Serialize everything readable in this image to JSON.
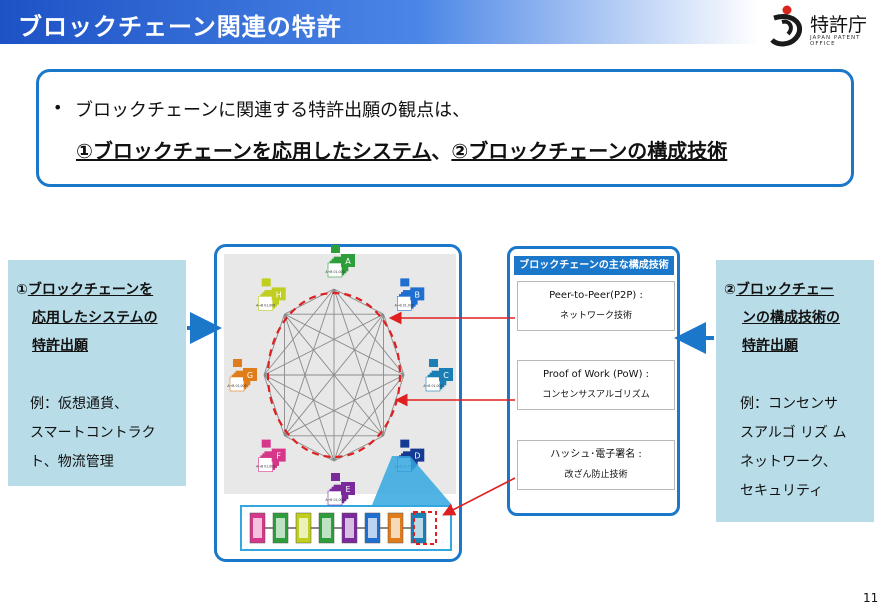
{
  "header": {
    "title": "ブロックチェーン関連の特許",
    "logo_text": "特許庁",
    "logo_sub": "JAPAN PATENT OFFICE"
  },
  "callout": {
    "bullet": "•",
    "line1": "ブロックチェーンに関連する特許出願の観点は、",
    "line2_part1": "①ブロックチェーンを応用したシステム",
    "line2_sep": "、",
    "line2_part2": "②ブロックチェーンの構成技術"
  },
  "left_box": {
    "head1": "①",
    "head2": "ブロックチェーンを",
    "head3": "応用したシステムの",
    "head4": "特許出願",
    "ex1": "例：仮想通貨、",
    "ex2": "スマートコントラク",
    "ex3": "ト、物流管理"
  },
  "right_box": {
    "head1": "②",
    "head2": "ブロックチェー",
    "head3": "ンの構成技術の",
    "head4": "特許出願",
    "ex1": "例：コンセンサ",
    "ex2": "スアルゴ リズ ム",
    "ex3": "ネットワーク、",
    "ex4": "セキュリティ"
  },
  "network": {
    "nodes": [
      {
        "letter": "A",
        "color": "#2e9e3a",
        "label": "A→B 01,000"
      },
      {
        "letter": "B",
        "color": "#1f6fd0",
        "label": "A→B 01,000"
      },
      {
        "letter": "C",
        "color": "#1a7fb5",
        "label": "A→B 01,000"
      },
      {
        "letter": "D",
        "color": "#153a93",
        "label": "A→B 01,000"
      },
      {
        "letter": "E",
        "color": "#7b2a9b",
        "label": "A→B 01,000"
      },
      {
        "letter": "F",
        "color": "#d6378a",
        "label": "A→B 01,000"
      },
      {
        "letter": "G",
        "color": "#e07d1a",
        "label": "A→B 01,000"
      },
      {
        "letter": "H",
        "color": "#c0cf1f",
        "label": "A→B 01,000"
      }
    ]
  },
  "chain": {
    "block_colors": [
      "#d6378a",
      "#2e9e3a",
      "#c0cf1f",
      "#2e9e3a",
      "#7b2a9b",
      "#1f6fd0",
      "#e07d1a",
      "#1a7fb5"
    ]
  },
  "tech_panel": {
    "header": "ブロックチェーンの主な構成技術",
    "items": [
      {
        "line1": "Peer-to-Peer(P2P) :",
        "line2": "ネットワーク技術"
      },
      {
        "line1": "Proof of Work (PoW) :",
        "line2": "コンセンサスアルゴリズム"
      },
      {
        "line1": "ハッシュ･電子署名 :",
        "line2": "改ざん防止技術"
      }
    ]
  },
  "colors": {
    "accent_blue": "#1b77c9",
    "side_box": "#b8dde8",
    "arrow_red": "#e02020",
    "arrow_blue": "#1b77c9"
  },
  "page_number": "11"
}
